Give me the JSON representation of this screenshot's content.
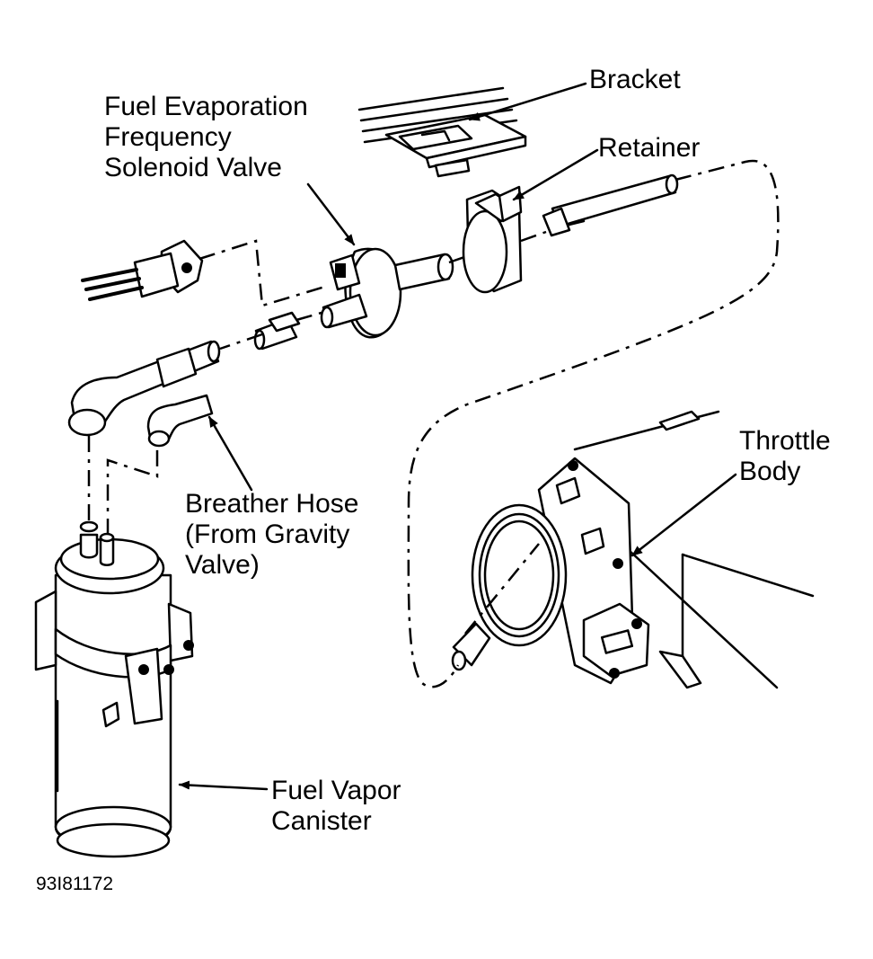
{
  "labels": {
    "bracket": "Bracket",
    "retainer": "Retainer",
    "solenoid_valve": [
      "Fuel Evaporation",
      "Frequency",
      "Solenoid Valve"
    ],
    "throttle_body": [
      "Throttle",
      "Body"
    ],
    "breather_hose": [
      "Breather Hose",
      "(From Gravity",
      "Valve)"
    ],
    "fuel_vapor_canister": [
      "Fuel Vapor",
      "Canister"
    ]
  },
  "figure_id": "93I81172"
}
